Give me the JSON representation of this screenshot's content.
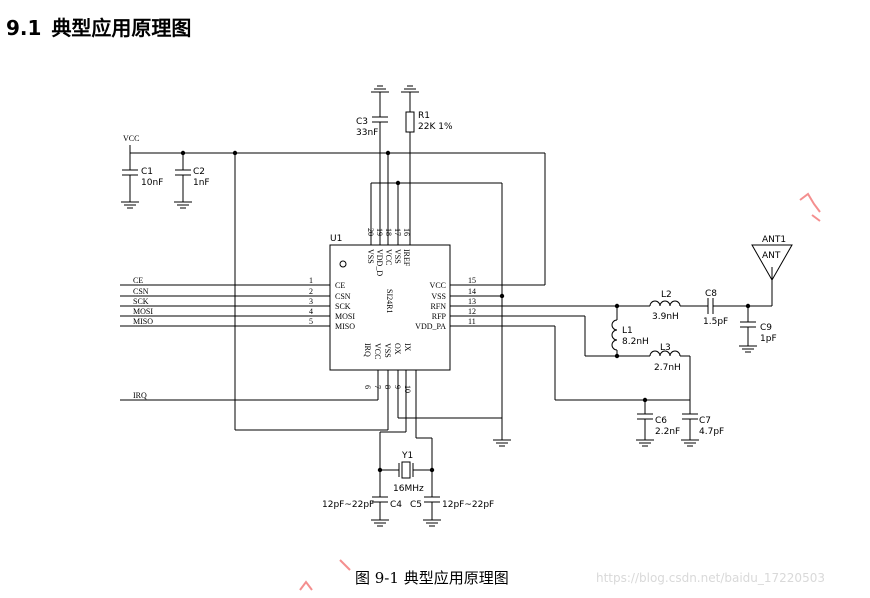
{
  "heading": {
    "number": "9.1",
    "title": "典型应用原理图"
  },
  "caption": "图 9-1  典型应用原理图",
  "watermark": "https://blog.csdn.net/baidu_17220503",
  "chip": {
    "ref": "U1",
    "part": "SI24R1",
    "left_pins": [
      {
        "num": "1",
        "name": "CE"
      },
      {
        "num": "2",
        "name": "CSN"
      },
      {
        "num": "3",
        "name": "SCK"
      },
      {
        "num": "4",
        "name": "MOSI"
      },
      {
        "num": "5",
        "name": "MISO"
      }
    ],
    "right_pins": [
      {
        "num": "15",
        "name": "VCC"
      },
      {
        "num": "14",
        "name": "VSS"
      },
      {
        "num": "13",
        "name": "RFN"
      },
      {
        "num": "12",
        "name": "RFP"
      },
      {
        "num": "11",
        "name": "VDD_PA"
      }
    ],
    "top_pins": [
      {
        "num": "20",
        "name": "VSS"
      },
      {
        "num": "19",
        "name": "VDD_D"
      },
      {
        "num": "18",
        "name": "VCC"
      },
      {
        "num": "17",
        "name": "VSS"
      },
      {
        "num": "16",
        "name": "IREF"
      }
    ],
    "bottom_pins": [
      {
        "num": "6",
        "name": "IRQ"
      },
      {
        "num": "7",
        "name": "VCC"
      },
      {
        "num": "8",
        "name": "VSS"
      },
      {
        "num": "9",
        "name": "OX"
      },
      {
        "num": "10",
        "name": "IX"
      }
    ]
  },
  "nets": {
    "vcc": "VCC",
    "ce": "CE",
    "csn": "CSN",
    "sck": "SCK",
    "mosi": "MOSI",
    "miso": "MISO",
    "irq": "IRQ"
  },
  "components": {
    "c1": {
      "ref": "C1",
      "value": "10nF"
    },
    "c2": {
      "ref": "C2",
      "value": "1nF"
    },
    "c3": {
      "ref": "C3",
      "value": "33nF"
    },
    "r1": {
      "ref": "R1",
      "value": "22K 1%"
    },
    "l1": {
      "ref": "L1",
      "value": "8.2nH"
    },
    "l2": {
      "ref": "L2",
      "value": "3.9nH"
    },
    "l3": {
      "ref": "L3",
      "value": "2.7nH"
    },
    "c6": {
      "ref": "C6",
      "value": "2.2nF"
    },
    "c7": {
      "ref": "C7",
      "value": "4.7pF"
    },
    "c8": {
      "ref": "C8",
      "value": "1.5pF"
    },
    "c9": {
      "ref": "C9",
      "value": "1pF"
    },
    "y1": {
      "ref": "Y1",
      "value": "16MHz"
    },
    "c4": {
      "ref": "C4",
      "value": "12pF~22pF"
    },
    "c5": {
      "ref": "C5",
      "value": "12pF~22pF"
    },
    "ant": {
      "ref": "ANT1",
      "value": "ANT"
    }
  }
}
